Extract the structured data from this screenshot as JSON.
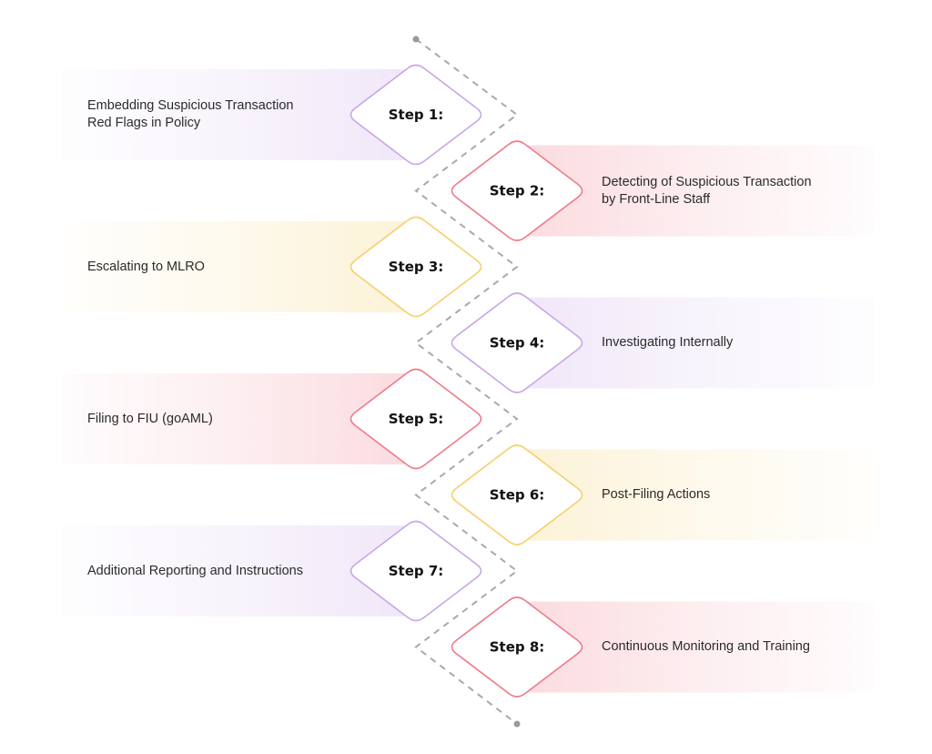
{
  "steps": [
    {
      "label": "Step 1:",
      "text": "Embedding Suspicious Transaction\nRed Flags in Policy",
      "side": "left",
      "color": "#c7a6e6"
    },
    {
      "label": "Step 2:",
      "text": "Detecting of Suspicious Transaction\nby Front-Line Staff",
      "side": "right",
      "color": "#ef7a8a"
    },
    {
      "label": "Step 3:",
      "text": "Escalating to MLRO",
      "side": "left",
      "color": "#f5cf6a"
    },
    {
      "label": "Step 4:",
      "text": "Investigating Internally",
      "side": "right",
      "color": "#c7a6e6"
    },
    {
      "label": "Step 5:",
      "text": "Filing to FIU (goAML)",
      "side": "left",
      "color": "#ef7a8a"
    },
    {
      "label": "Step 6:",
      "text": "Post-Filing Actions",
      "side": "right",
      "color": "#f5cf6a"
    },
    {
      "label": "Step 7:",
      "text": "Additional Reporting and Instructions",
      "side": "left",
      "color": "#c7a6e6"
    },
    {
      "label": "Step 8:",
      "text": "Continuous Monitoring and Training",
      "side": "right",
      "color": "#ef7a8a"
    }
  ],
  "colors": {
    "connector": "#a9a9a9",
    "diamond_fill": "#ffffff",
    "text": "#2b2b2b"
  }
}
